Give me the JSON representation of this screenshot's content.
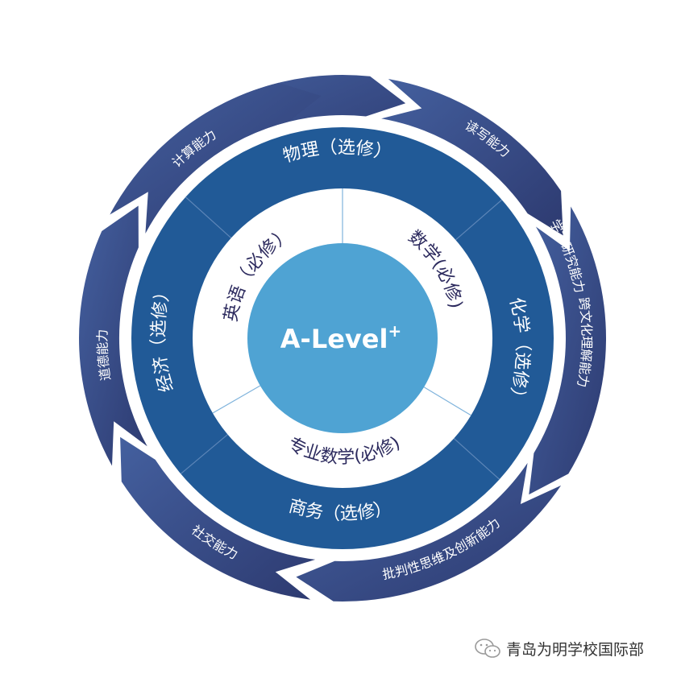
{
  "core": {
    "label": "A-Level",
    "superscript": "+"
  },
  "required_courses": [
    "英语（必修）",
    "数学(必修)",
    "专业数学(必修)"
  ],
  "elective_courses": [
    "物理（选修）",
    "化学（选修）",
    "商务（选修）",
    "经济（选修）"
  ],
  "skills": [
    "学术研究能力",
    "读写能力",
    "跨文化理解能力",
    "批判性思维及创新能力",
    "社交能力",
    "道德能力",
    "计算能力"
  ],
  "watermark": {
    "text": "青岛为明学校国际部",
    "icon": "wechat-icon"
  },
  "colors": {
    "core": "#4fa3d3",
    "elective_ring": "#215a97",
    "required_ring": "#ffffff",
    "skill_arrow_start": "#3f5896",
    "skill_arrow_end": "#2f3b72",
    "required_text": "#2c2a5e"
  }
}
